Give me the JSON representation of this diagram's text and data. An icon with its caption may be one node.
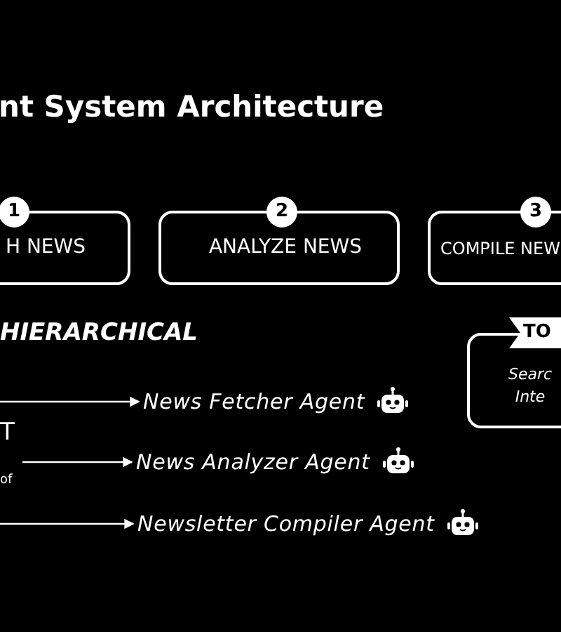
{
  "diagram": {
    "title": "nt System Architecture",
    "nodes": [
      {
        "text": [
          "1",
          "H NEWS"
        ]
      },
      {
        "text": [
          "2",
          "ANALYZE NEWS"
        ]
      },
      {
        "text": [
          "3",
          "COMPILE NEW"
        ]
      },
      {
        "text": [
          "TO",
          "Searc Inte"
        ]
      },
      {
        "text": [
          "News Fetcher Agent"
        ]
      },
      {
        "text": [
          "News Analyzer Agent"
        ]
      },
      {
        "text": [
          "Newsletter Compiler Agent"
        ]
      }
    ],
    "edges": [
      {
        "from": null,
        "to": 4,
        "arrow": "to"
      },
      {
        "from": null,
        "to": 5,
        "arrow": "to"
      },
      {
        "from": null,
        "to": 6,
        "arrow": "to"
      }
    ],
    "labels": [
      "HIERARCHICAL",
      "T",
      "of"
    ]
  }
}
